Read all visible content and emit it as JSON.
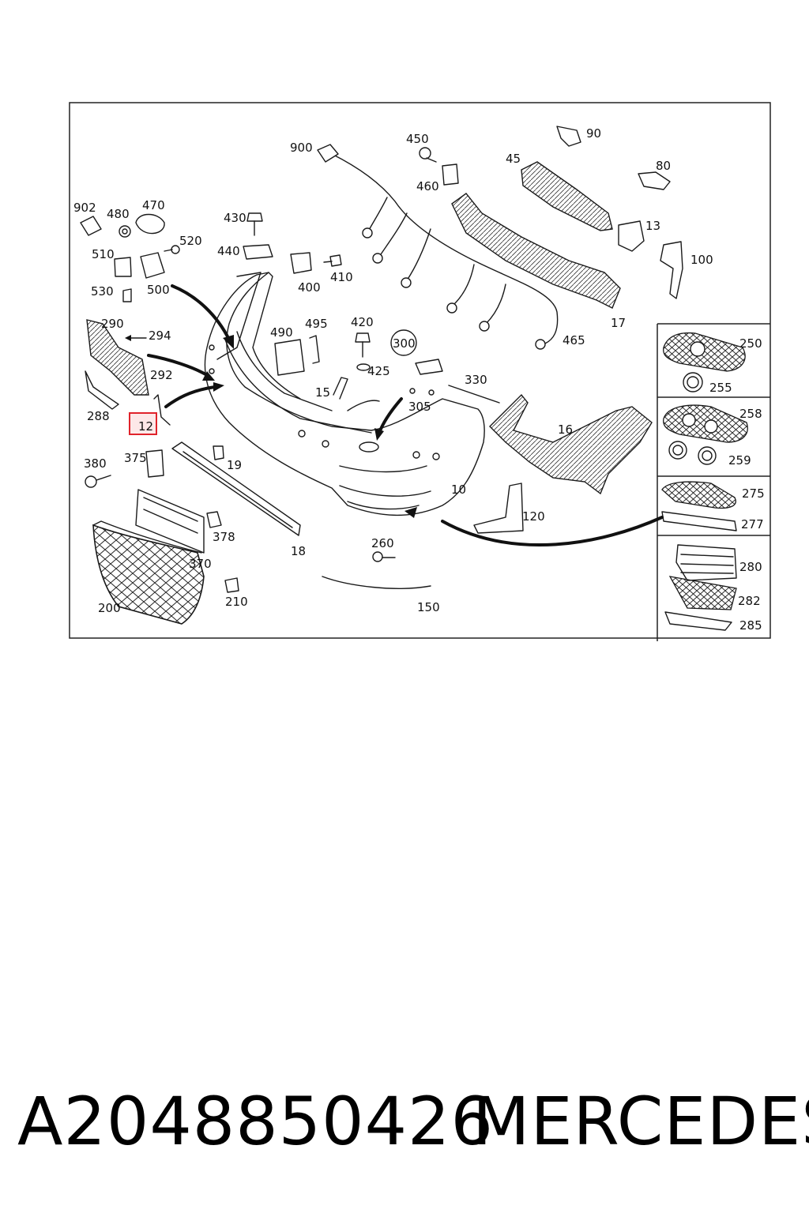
{
  "diagram": {
    "callouts": [
      "900",
      "450",
      "90",
      "45",
      "80",
      "902",
      "480",
      "470",
      "430",
      "460",
      "13",
      "520",
      "510",
      "440",
      "410",
      "400",
      "100",
      "530",
      "500",
      "17",
      "290",
      "294",
      "490",
      "495",
      "420",
      "465",
      "300",
      "292",
      "425",
      "330",
      "250",
      "15",
      "255",
      "305",
      "288",
      "12",
      "16",
      "258",
      "380",
      "375",
      "19",
      "10",
      "259",
      "275",
      "120",
      "378",
      "277",
      "370",
      "18",
      "260",
      "280",
      "200",
      "210",
      "282",
      "150",
      "285"
    ],
    "highlighted_callout": "12"
  },
  "footer": {
    "part_number": "A2048850426",
    "brand": "MERCEDES"
  }
}
